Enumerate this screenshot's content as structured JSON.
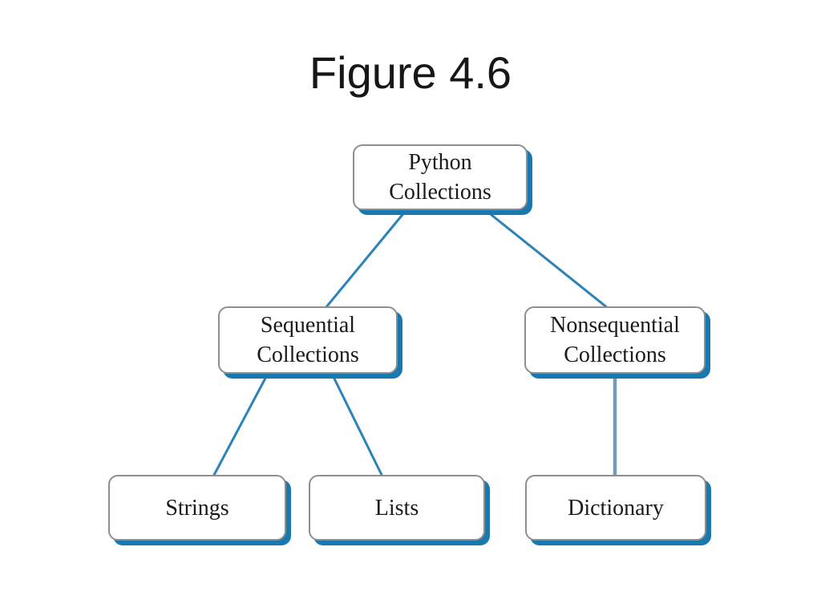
{
  "title": "Figure 4.6",
  "colors": {
    "edge": "#2b83b8",
    "edge_vertical": "#6f9db5",
    "shadow": "#1979af",
    "border": "#8e8e8e"
  },
  "nodes": {
    "python": {
      "line1": "Python",
      "line2": "Collections"
    },
    "sequential": {
      "line1": "Sequential",
      "line2": "Collections"
    },
    "nonsequential": {
      "line1": "Nonsequential",
      "line2": "Collections"
    },
    "strings": {
      "label": "Strings"
    },
    "lists": {
      "label": "Lists"
    },
    "dictionary": {
      "label": "Dictionary"
    }
  },
  "edges": [
    {
      "from": "python",
      "to": "sequential"
    },
    {
      "from": "python",
      "to": "nonsequential"
    },
    {
      "from": "sequential",
      "to": "strings"
    },
    {
      "from": "sequential",
      "to": "lists"
    },
    {
      "from": "nonsequential",
      "to": "dictionary"
    }
  ]
}
